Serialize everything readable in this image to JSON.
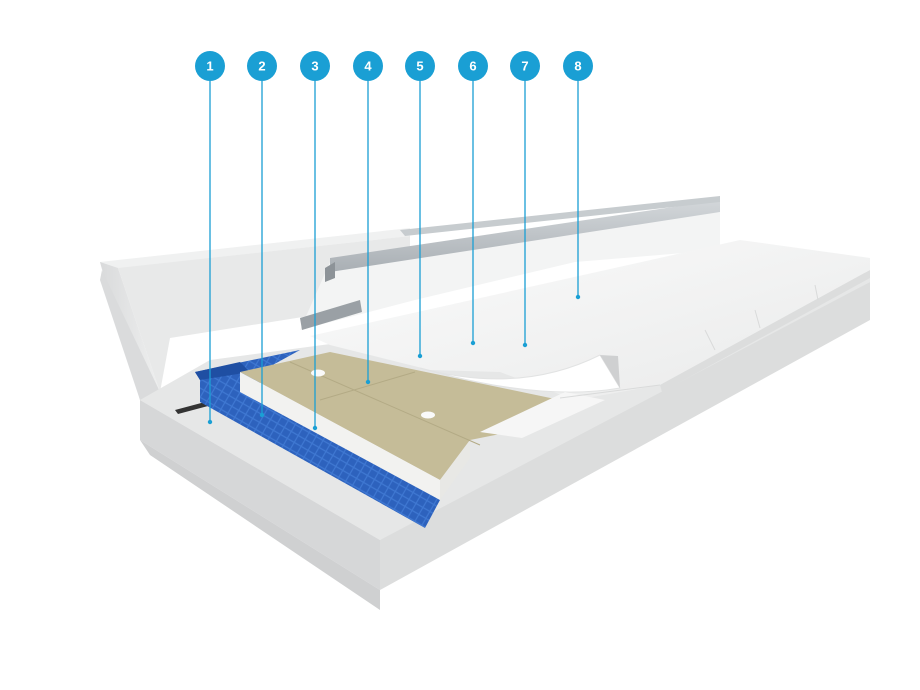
{
  "colors": {
    "accent": "#1a9fd4",
    "vapour_layer": "#2d62bd",
    "insulation_board": "#c5bc98",
    "membrane": "#f4f5f5",
    "concrete": "#e3e4e4",
    "metal_profile": "#b9bec2"
  },
  "callouts": [
    {
      "number": "1"
    },
    {
      "number": "2"
    },
    {
      "number": "3"
    },
    {
      "number": "4"
    },
    {
      "number": "5"
    },
    {
      "number": "6"
    },
    {
      "number": "7"
    },
    {
      "number": "8"
    }
  ]
}
